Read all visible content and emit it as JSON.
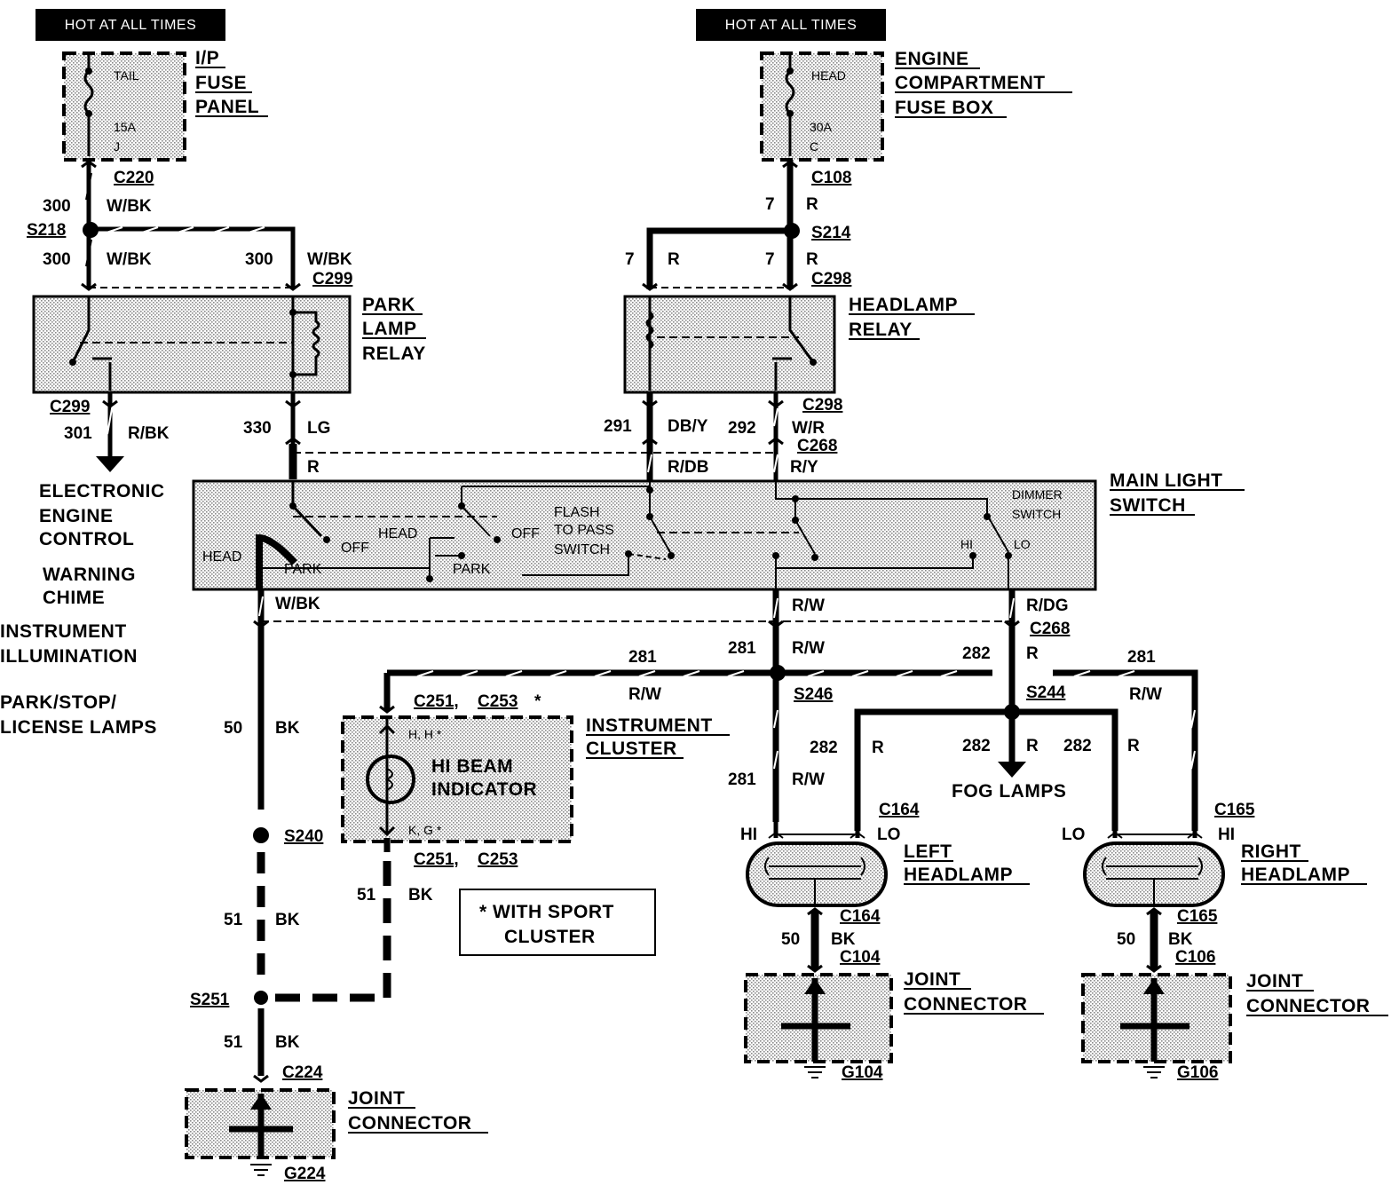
{
  "diagram": {
    "hot_left": "HOT AT ALL TIMES",
    "hot_right": "HOT AT ALL TIMES",
    "ip_fuse_panel": [
      "I/P",
      "FUSE",
      "PANEL"
    ],
    "fuse_tail": "TAIL",
    "fuse_tail_rating": "15A",
    "fuse_tail_letter": "J",
    "engine_fuse_box": [
      "ENGINE",
      "COMPARTMENT",
      "FUSE BOX"
    ],
    "fuse_head": "HEAD",
    "fuse_head_rating": "30A",
    "fuse_head_letter": "C",
    "park_lamp_relay": [
      "PARK",
      "LAMP",
      "RELAY"
    ],
    "headlamp_relay": [
      "HEADLAMP",
      "RELAY"
    ],
    "main_light_switch": [
      "MAIN LIGHT",
      "SWITCH"
    ],
    "switch_labels": {
      "head_left": "HEAD",
      "park_left": "PARK",
      "off_left": "OFF",
      "head_mid": "HEAD",
      "park_mid": "PARK",
      "off_mid": "OFF",
      "flash": [
        "FLASH",
        "TO PASS",
        "SWITCH"
      ],
      "dimmer": [
        "DIMMER",
        "SWITCH"
      ],
      "hi": "HI",
      "lo": "LO"
    },
    "outputs_left": [
      "ELECTRONIC",
      "ENGINE",
      "CONTROL",
      "WARNING",
      "CHIME",
      "INSTRUMENT",
      "ILLUMINATION",
      "PARK/STOP/",
      "LICENSE LAMPS"
    ],
    "connectors": {
      "c220": "C220",
      "c299a": "C299",
      "c299b": "C299",
      "c108": "C108",
      "c298a": "C298",
      "c298b": "C298",
      "c268a": "C268",
      "c268b": "C268",
      "c251a": "C251,",
      "c253a": "C253",
      "star_a": "*",
      "c251b": "C251,",
      "c253b": "C253",
      "c164a": "C164",
      "c164b": "C164",
      "c165a": "C165",
      "c165b": "C165",
      "c104": "C104",
      "c106": "C106",
      "c224": "C224"
    },
    "splices": {
      "s218": "S218",
      "s214": "S214",
      "s246": "S246",
      "s244": "S244",
      "s240": "S240",
      "s251": "S251"
    },
    "grounds": {
      "g104": "G104",
      "g106": "G106",
      "g224": "G224"
    },
    "wires": {
      "w300a": "300",
      "w300a_c": "W/BK",
      "w300b": "300",
      "w300b_c": "W/BK",
      "w300c": "300",
      "w300c_c": "W/BK",
      "w7a": "7",
      "w7a_c": "R",
      "w7b": "7",
      "w7b_c": "R",
      "w7c": "7",
      "w7c_c": "R",
      "w301": "301",
      "w301_c": "R/BK",
      "w330": "330",
      "w330_c": "LG",
      "w_r": "R",
      "w291": "291",
      "w291_c": "DB/Y",
      "w292": "292",
      "w292_c": "W/R",
      "w_rdb": "R/DB",
      "w_ry": "R/Y",
      "w_wbk": "W/BK",
      "w_rw_sw": "R/W",
      "w_rdg": "R/DG",
      "w281a": "281",
      "w281a_c": "R/W",
      "w281b": "281",
      "w281b_c": "R/W",
      "w282a": "282",
      "w282a_c": "R",
      "w281c": "281",
      "w281c_c": "R/W",
      "w282b": "282",
      "w282b_c": "R",
      "w282c": "282",
      "w282c_c": "R",
      "w282d": "282",
      "w282d_c": "R",
      "w281d": "281",
      "w281d_c": "R/W",
      "w50a": "50",
      "w50a_c": "BK",
      "w51a": "51",
      "w51a_c": "BK",
      "w51b": "51",
      "w51b_c": "BK",
      "w51c": "51",
      "w51c_c": "BK",
      "w50b": "50",
      "w50b_c": "BK",
      "w50c": "50",
      "w50c_c": "BK"
    },
    "fog_lamps": "FOG LAMPS",
    "instrument_cluster": [
      "INSTRUMENT",
      "CLUSTER"
    ],
    "hi_beam_indicator": [
      "HI BEAM",
      "INDICATOR"
    ],
    "cluster_pins_top": "H, H *",
    "cluster_pins_bottom": "K, G *",
    "left_headlamp": [
      "LEFT",
      "HEADLAMP"
    ],
    "right_headlamp": [
      "RIGHT",
      "HEADLAMP"
    ],
    "hl_left_hi": "HI",
    "hl_left_lo": "LO",
    "hl_right_lo": "LO",
    "hl_right_hi": "HI",
    "joint_connector_1": [
      "JOINT",
      "CONNECTOR"
    ],
    "joint_connector_2": [
      "JOINT",
      "CONNECTOR"
    ],
    "joint_connector_3": [
      "JOINT",
      "CONNECTOR"
    ],
    "note": [
      "*  WITH SPORT",
      "CLUSTER"
    ]
  }
}
